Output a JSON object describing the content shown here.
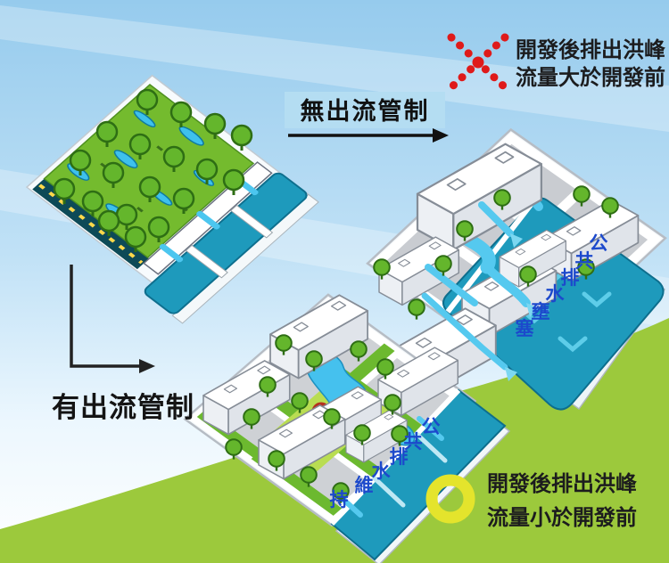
{
  "labels": {
    "no_control": "無出流管制",
    "with_control": "有出流管制"
  },
  "results": {
    "bad": {
      "line1": "開發後排出洪峰",
      "line2": "流量大於開發前"
    },
    "good": {
      "line1": "開發後排出洪峰",
      "line2": "流量小於開發前"
    }
  },
  "river_text": {
    "blocked": {
      "full": "公共排水壅塞",
      "chars": [
        "公",
        "共",
        "排",
        "水",
        "壅",
        "塞"
      ]
    },
    "maintained": {
      "full": "維持公共排水",
      "chars": [
        "公",
        "共",
        "排",
        "水",
        "維",
        "持"
      ]
    }
  },
  "icons": {
    "bad_icon": "red-dotted-x",
    "good_icon": "yellow-ring"
  },
  "colors": {
    "sky": "#a9d6f2",
    "hill": "#9cc93c",
    "river": "#1e9abc",
    "flood_water": "#55c9ef",
    "annotation_blue": "#1c49cc",
    "bad_red": "#df1a1a",
    "good_yellow": "#e4e42c",
    "text_dark": "#1c1c1e",
    "label_box": "#b4ddf2"
  }
}
